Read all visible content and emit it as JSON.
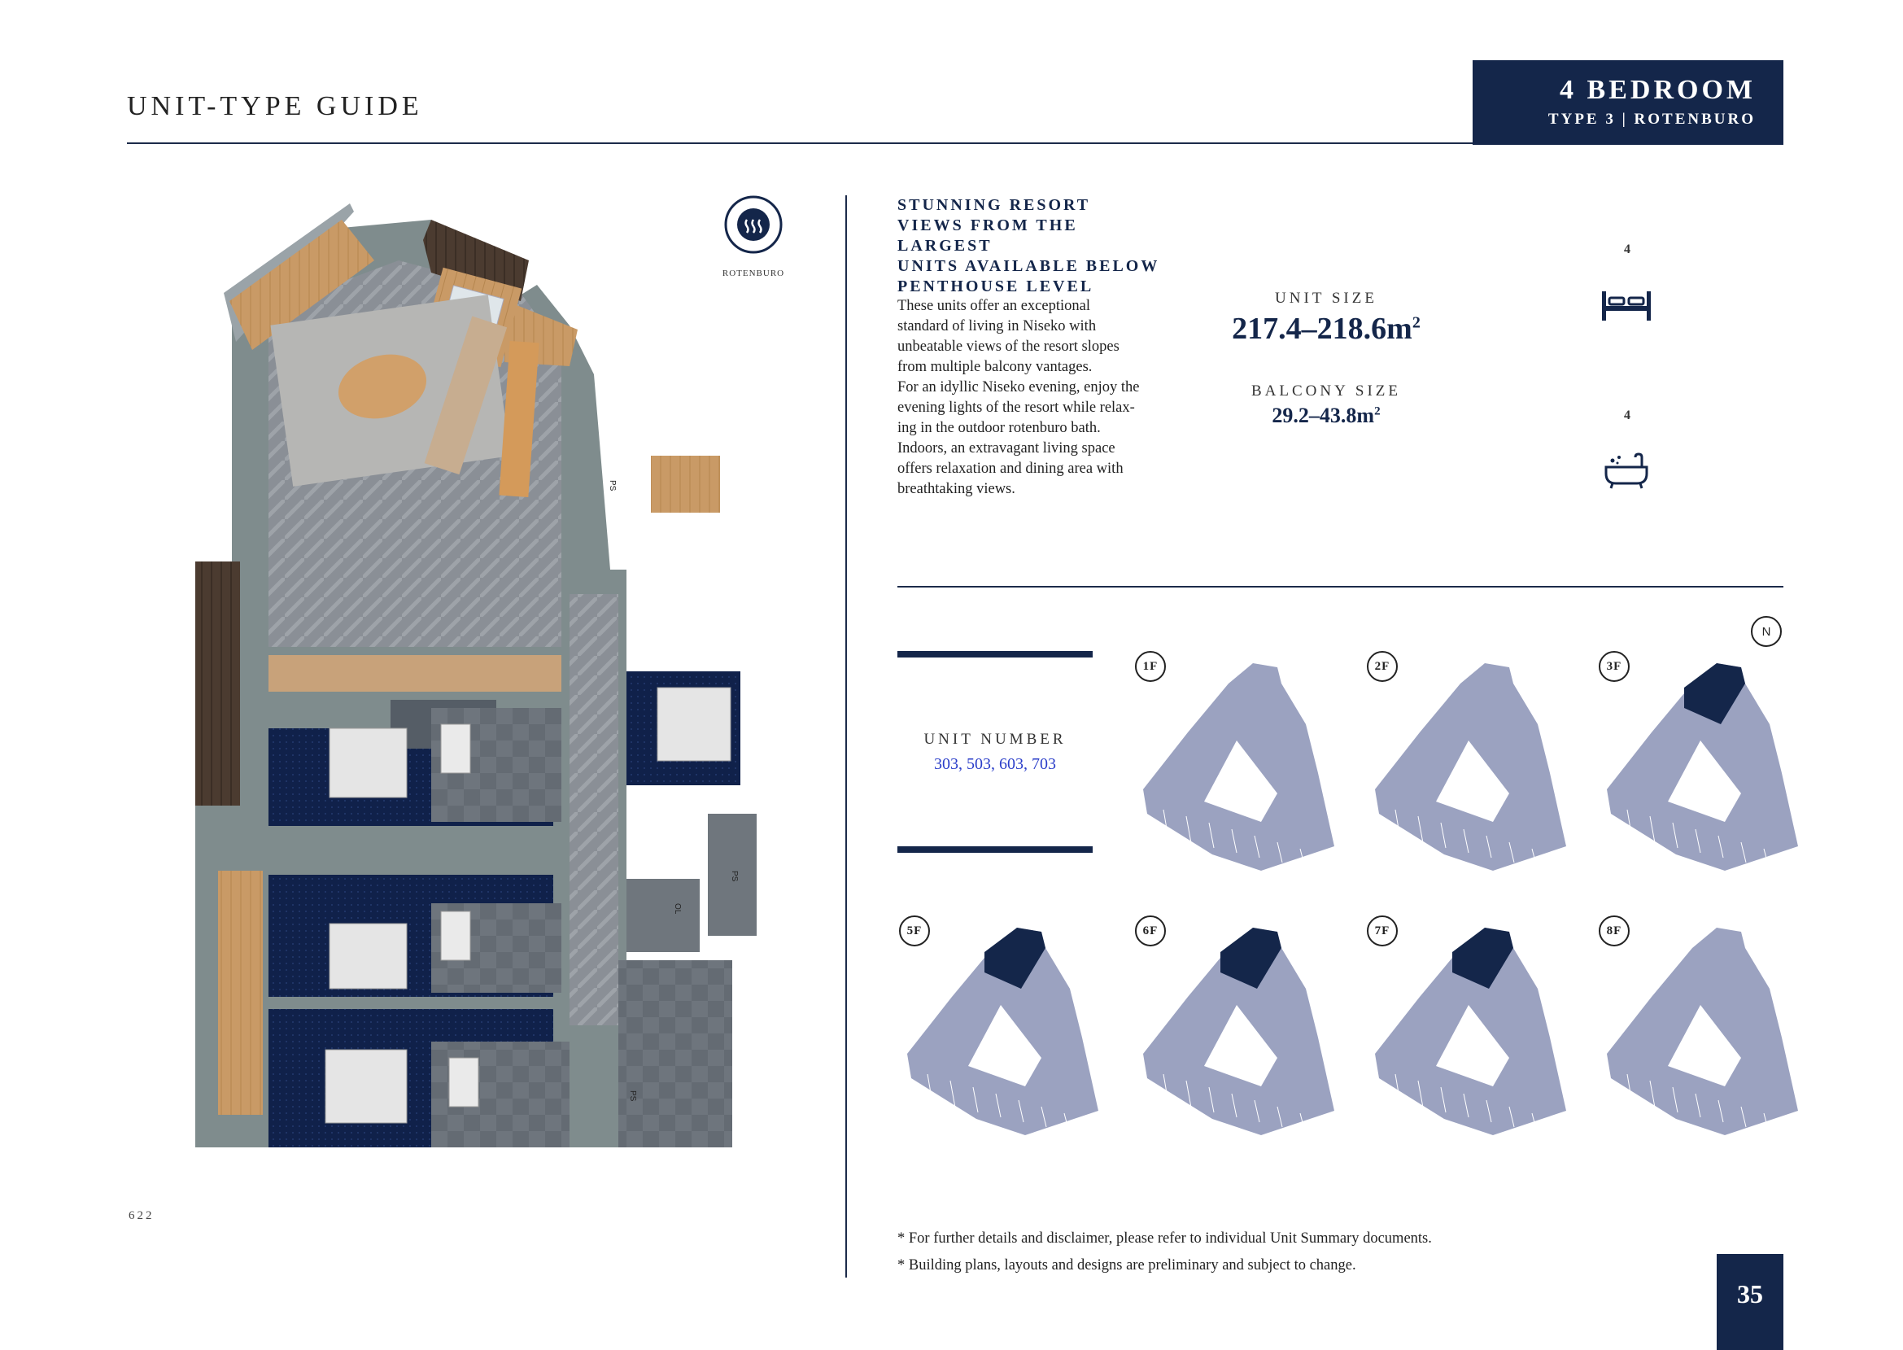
{
  "header": {
    "title": "UNIT-TYPE GUIDE",
    "type_box": {
      "title": "4 BEDROOM",
      "subtitle": "TYPE 3 | ROTENBURO"
    }
  },
  "plan": {
    "rotenburo_label": "ROTENBURO",
    "labels": {
      "ps": "PS",
      "ol": "OL"
    },
    "code": "622"
  },
  "intro": {
    "headline": [
      "STUNNING RESORT",
      "VIEWS FROM THE LARGEST",
      "UNITS AVAILABLE BELOW",
      "PENTHOUSE LEVEL"
    ],
    "description": [
      "These units offer an exceptional",
      "standard of living in Niseko with",
      "unbeatable views of the resort slopes",
      "from multiple balcony vantages.",
      "For an idyllic Niseko evening, enjoy the",
      "evening lights of the resort while relax-",
      "ing in the outdoor rotenburo bath.",
      "Indoors, an extravagant living space",
      "offers relaxation and dining area with",
      "breathtaking views."
    ]
  },
  "specs": {
    "unit_size_label": "UNIT SIZE",
    "unit_size_value": "217.4–218.6m",
    "balcony_size_label": "BALCONY SIZE",
    "balcony_size_value": "29.2–43.8m",
    "sup": "2",
    "bedrooms": "4",
    "bathrooms": "4",
    "bed_icon": "bed-icon",
    "bath_icon": "bathtub-icon"
  },
  "units": {
    "label": "UNIT NUMBER",
    "numbers": "303, 503, 603, 703"
  },
  "floors": {
    "north": "N",
    "items": [
      {
        "label": "1F",
        "highlight": false
      },
      {
        "label": "2F",
        "highlight": false
      },
      {
        "label": "3F",
        "highlight": true
      },
      {
        "label": "5F",
        "highlight": true
      },
      {
        "label": "6F",
        "highlight": true
      },
      {
        "label": "7F",
        "highlight": true
      },
      {
        "label": "8F",
        "highlight": false
      }
    ]
  },
  "footer": {
    "note1": "* For further details and disclaimer, please refer to individual Unit Summary documents.",
    "note2": "* Building plans, layouts and designs are preliminary and subject to change.",
    "page": "35"
  },
  "colors": {
    "navy": "#14264a",
    "floor_fill": "#9ba2c0",
    "grey": "#7f8c8d"
  }
}
